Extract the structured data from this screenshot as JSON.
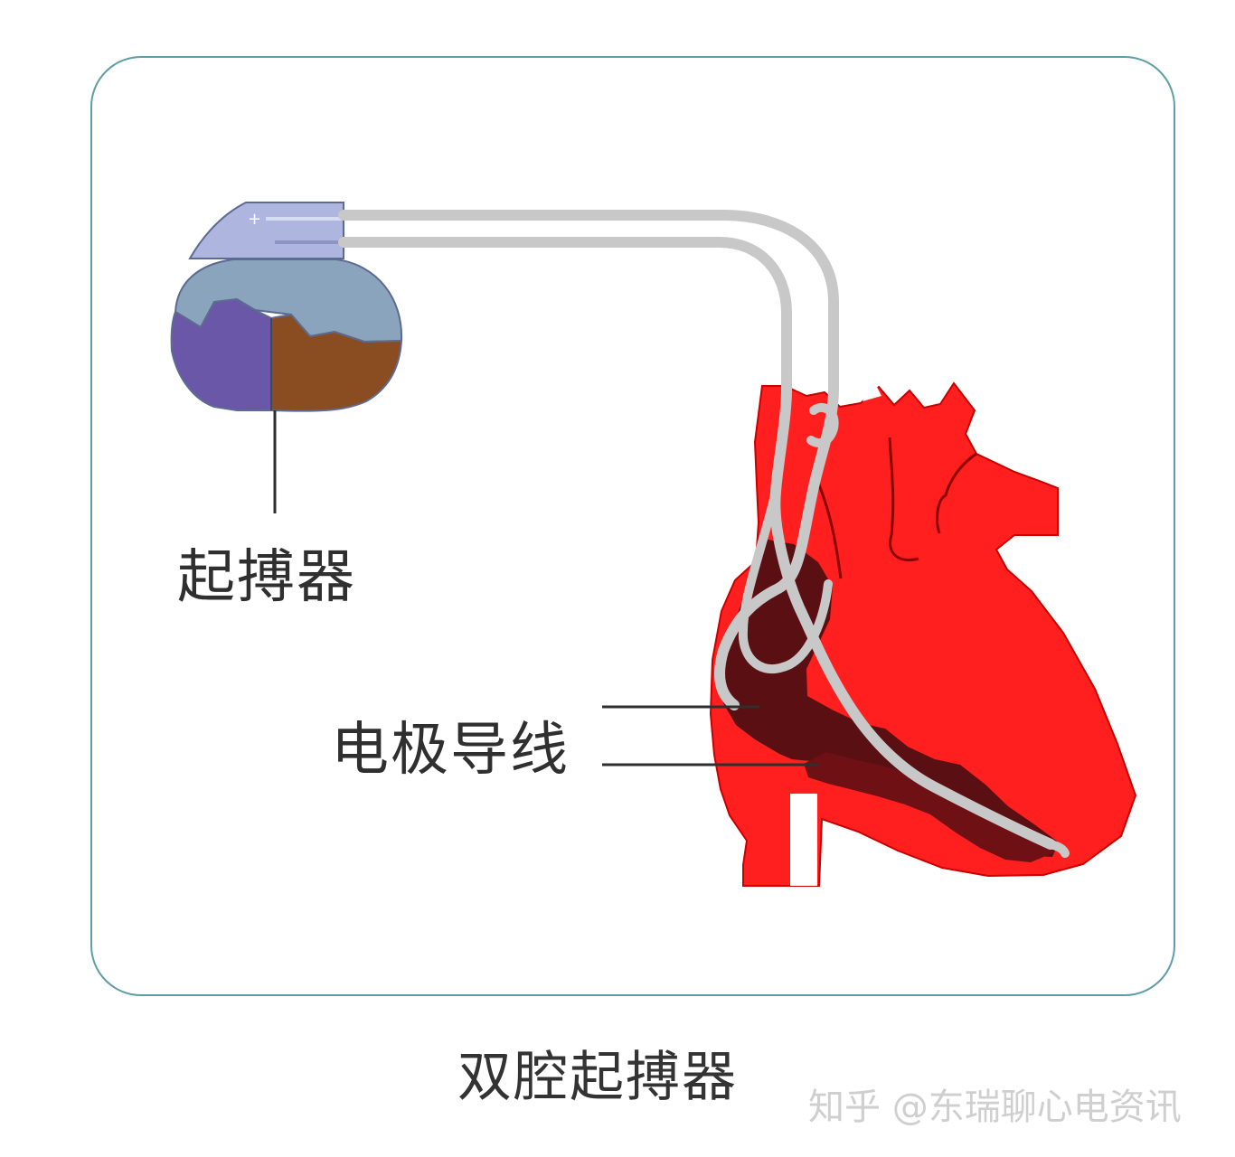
{
  "labels": {
    "pacemaker": "起搏器",
    "lead": "电极导线",
    "caption": "双腔起搏器"
  },
  "watermark": "知乎 @东瑞聊心电资讯",
  "colors": {
    "frame": "#5f9ea7",
    "heart": "#ff1f1f",
    "heart_inner": "#5a0f12",
    "lead_wire": "#c8c8c8",
    "pacemaker_header": "#aeb5de",
    "pacemaker_top": "#89a4bc",
    "pacemaker_left": "#6a57a8",
    "pacemaker_right": "#8a4d22"
  }
}
